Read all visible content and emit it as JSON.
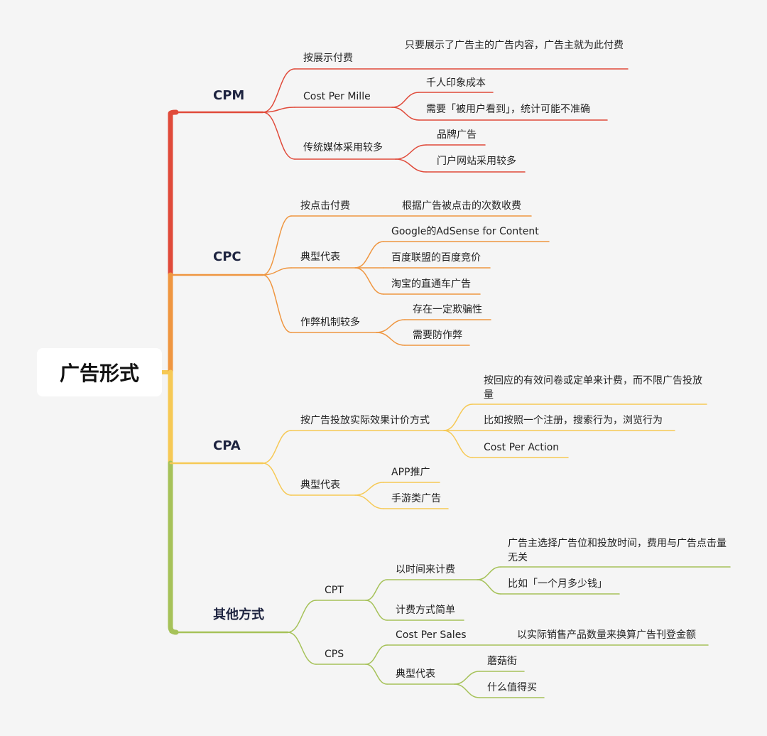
{
  "root": "广告形式",
  "colors": {
    "cpm": "#e04a3a",
    "cpc": "#ef9640",
    "cpa": "#f6c955",
    "other": "#a6c259"
  },
  "branches": [
    {
      "name": "CPM",
      "children": [
        {
          "label": "按展示付费",
          "children": [
            "只要展示了广告主的广告内容，广告主就为此付费"
          ]
        },
        {
          "label": "Cost Per Mille",
          "children": [
            "千人印象成本",
            "需要「被用户看到」，统计可能不准确"
          ]
        },
        {
          "label": "传统媒体采用较多",
          "children": [
            "品牌广告",
            "门户网站采用较多"
          ]
        }
      ]
    },
    {
      "name": "CPC",
      "children": [
        {
          "label": "按点击付费",
          "children": [
            "根据广告被点击的次数收费"
          ]
        },
        {
          "label": "典型代表",
          "children": [
            "Google的AdSense for Content",
            "百度联盟的百度竞价",
            "淘宝的直通车广告"
          ]
        },
        {
          "label": "作弊机制较多",
          "children": [
            "存在一定欺骗性",
            "需要防作弊"
          ]
        }
      ]
    },
    {
      "name": "CPA",
      "children": [
        {
          "label": "按广告投放实际效果计价方式",
          "children": [
            "按回应的有效问卷或定单来计费，而不限广告投放量",
            "比如按照一个注册，搜索行为，浏览行为",
            "Cost Per Action"
          ]
        },
        {
          "label": "典型代表",
          "children": [
            "APP推广",
            "手游类广告"
          ]
        }
      ]
    },
    {
      "name": "其他方式",
      "children": [
        {
          "label": "CPT",
          "children": [
            {
              "label": "以时间来计费",
              "children": [
                "广告主选择广告位和投放时间，费用与广告点击量无关",
                "比如「一个月多少钱」"
              ]
            },
            {
              "label": "计费方式简单"
            }
          ]
        },
        {
          "label": "CPS",
          "children": [
            {
              "label": "Cost Per Sales",
              "children": [
                "以实际销售产品数量来换算广告刊登金额"
              ]
            },
            {
              "label": "典型代表",
              "children": [
                "蘑菇街",
                "什么值得买"
              ]
            }
          ]
        }
      ]
    }
  ]
}
